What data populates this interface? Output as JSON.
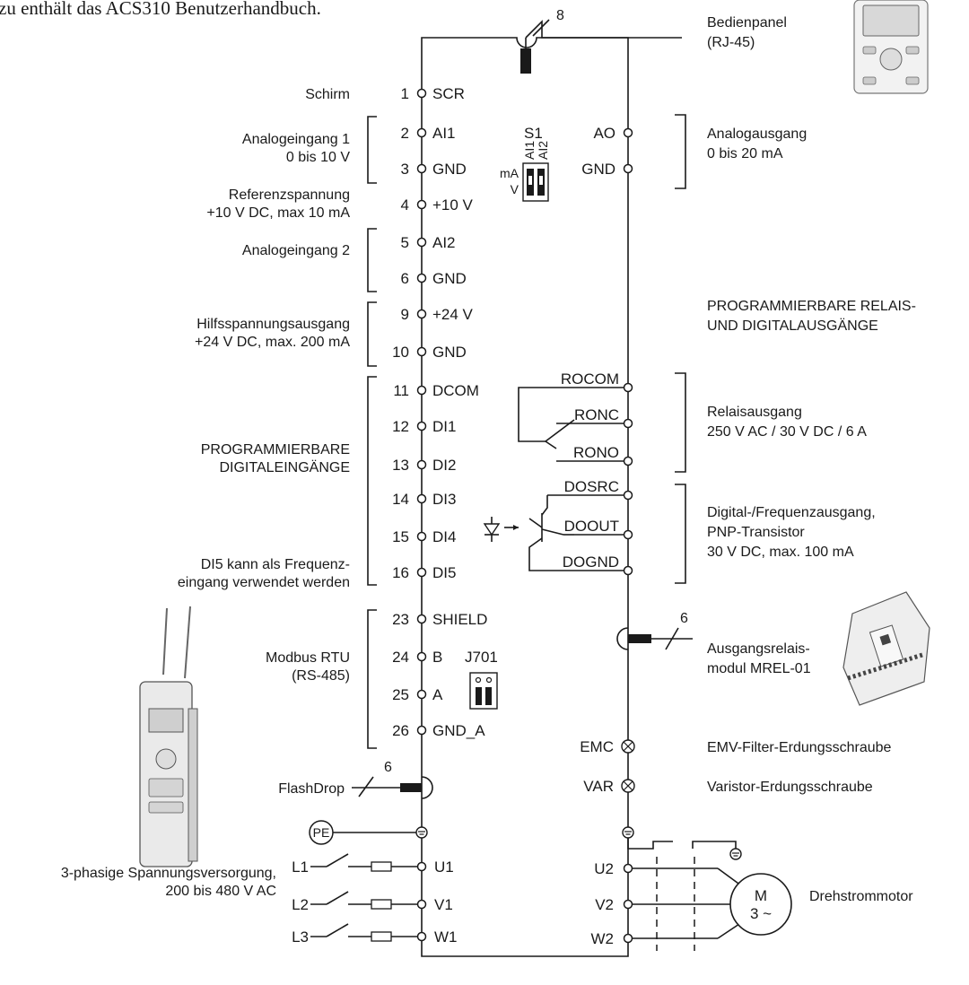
{
  "header_text": "zu enthält das ACS310 Benutzerhandbuch.",
  "top_count": "8",
  "left_labels": {
    "schirm": "Schirm",
    "ai1_l1": "Analogeingang 1",
    "ai1_l2": "0 bis 10 V",
    "ref_l1": "Referenzspannung",
    "ref_l2": "+10 V DC, max 10 mA",
    "ai2": "Analogeingang 2",
    "aux_l1": "Hilfsspannungsausgang",
    "aux_l2": "+24 V DC, max. 200 mA",
    "di_l1": "PROGRAMMIERBARE",
    "di_l2": "DIGITALEINGÄNGE",
    "di5_l1": "DI5 kann als Frequenz-",
    "di5_l2": "eingang verwendet werden",
    "modbus_l1": "Modbus RTU",
    "modbus_l2": "(RS-485)",
    "flashdrop": "FlashDrop",
    "flash_count": "6",
    "supply_l1": "3-phasige Spannungsversorgung,",
    "supply_l2": "200 bis 480 V AC"
  },
  "left_terminals": [
    {
      "num": "1",
      "name": "SCR"
    },
    {
      "num": "2",
      "name": "AI1"
    },
    {
      "num": "3",
      "name": "GND"
    },
    {
      "num": "4",
      "name": "+10 V"
    },
    {
      "num": "5",
      "name": "AI2"
    },
    {
      "num": "6",
      "name": "GND"
    },
    {
      "num": "9",
      "name": "+24 V"
    },
    {
      "num": "10",
      "name": "GND"
    },
    {
      "num": "11",
      "name": "DCOM"
    },
    {
      "num": "12",
      "name": "DI1"
    },
    {
      "num": "13",
      "name": "DI2"
    },
    {
      "num": "14",
      "name": "DI3"
    },
    {
      "num": "15",
      "name": "DI4"
    },
    {
      "num": "16",
      "name": "DI5"
    },
    {
      "num": "23",
      "name": "SHIELD"
    },
    {
      "num": "24",
      "name": "B"
    },
    {
      "num": "25",
      "name": "A"
    },
    {
      "num": "26",
      "name": "GND_A"
    }
  ],
  "switch": {
    "s1": "S1",
    "ai1": "AI1",
    "ai2": "AI2",
    "ma": "mA",
    "v": "V",
    "j701": "J701"
  },
  "right_terminals": {
    "ao": "AO",
    "gnd": "GND",
    "rocom": "ROCOM",
    "ronc": "RONC",
    "rono": "RONO",
    "dosrc": "DOSRC",
    "doout": "DOOUT",
    "dognd": "DOGND",
    "emc": "EMC",
    "var": "VAR",
    "u2": "U2",
    "v2": "V2",
    "w2": "W2"
  },
  "right_labels": {
    "panel_l1": "Bedienpanel",
    "panel_l2": "(RJ-45)",
    "ao_l1": "Analogausgang",
    "ao_l2": "0 bis 20 mA",
    "prog_l1": "PROGRAMMIERBARE RELAIS-",
    "prog_l2": "UND DIGITALAUSGÄNGE",
    "relay_l1": "Relaisausgang",
    "relay_l2": "250 V AC / 30 V DC / 6 A",
    "do_l1": "Digital-/Frequenzausgang,",
    "do_l2": "PNP-Transistor",
    "do_l3": "30 V DC, max. 100 mA",
    "mrel_l1": "Ausgangsrelais-",
    "mrel_l2": "modul MREL-01",
    "mrel_count": "6",
    "emc": "EMV-Filter-Erdungsschraube",
    "var": "Varistor-Erdungsschraube",
    "motor": "Drehstrommotor",
    "motor_m": "M",
    "motor_ph": "3 ~"
  },
  "supply": {
    "pe": "PE",
    "l1": "L1",
    "l2": "L2",
    "l3": "L3",
    "u1": "U1",
    "v1": "V1",
    "w1": "W1"
  }
}
